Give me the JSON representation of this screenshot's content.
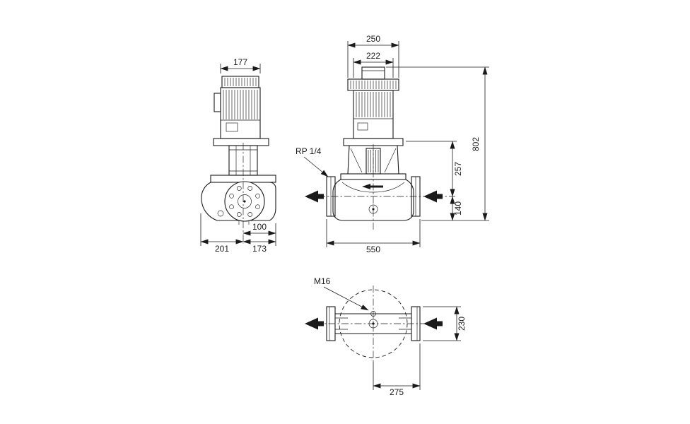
{
  "colors": {
    "background": "#ffffff",
    "line": "#1a1a1a"
  },
  "side_view": {
    "dim_motor_width": "177",
    "dim_center_to_edge": "100",
    "dim_left_of_center": "201",
    "dim_right_of_center": "173"
  },
  "front_view": {
    "dim_fan_cover_width": "250",
    "dim_motor_body_width": "222",
    "gauge_port_label": "RP 1/4",
    "dim_total_height": "802",
    "dim_stool_height": "257",
    "dim_port_center_height": "140",
    "dim_overall_length": "550"
  },
  "top_view": {
    "bolt_thread_label": "M16",
    "dim_flange_width": "230",
    "dim_center_to_port_face": "275"
  }
}
